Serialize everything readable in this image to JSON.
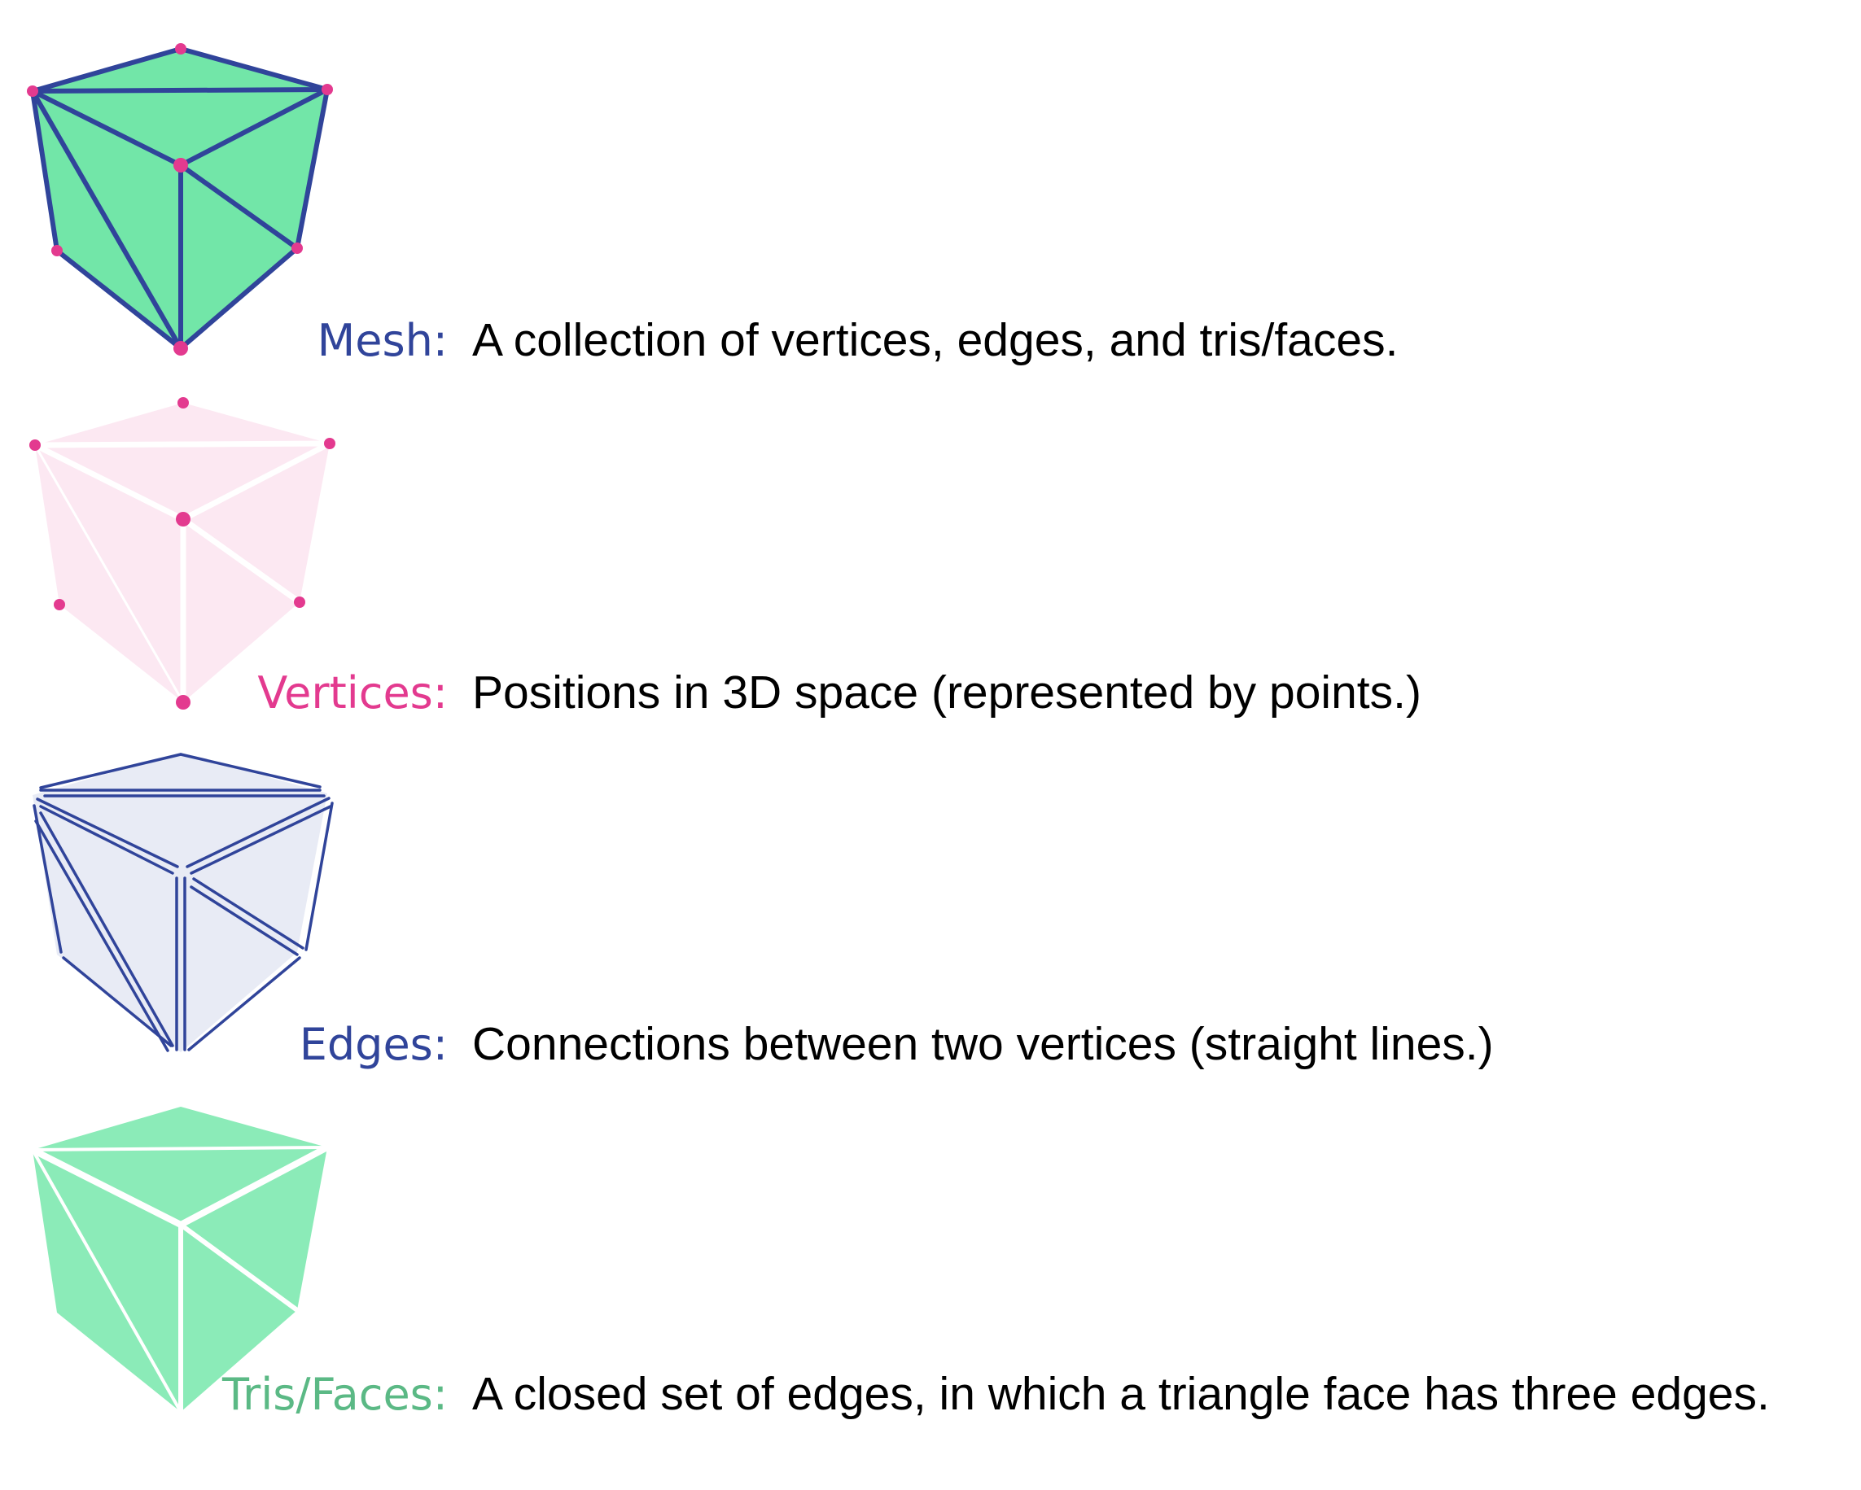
{
  "colors": {
    "blue": "#30449A",
    "pink": "#E33A8F",
    "green": "#72E6A8",
    "green_light": "#8BEBB8",
    "green_text": "#5BB985",
    "pink_light": "#FCE8F2",
    "blue_light": "#E8EBF5"
  },
  "rows": [
    {
      "term": "Mesh:",
      "description": "A collection of vertices, edges, and tris/faces.",
      "icon": "mesh-cube-icon"
    },
    {
      "term": "Vertices:",
      "description": "Positions in 3D space (represented by points.)",
      "icon": "vertices-cube-icon"
    },
    {
      "term": "Edges:",
      "description": "Connections between two vertices (straight lines.)",
      "icon": "edges-cube-icon"
    },
    {
      "term": "Tris/Faces:",
      "description": "A closed set of edges, in which a triangle face has three edges.",
      "icon": "faces-cube-icon"
    }
  ]
}
